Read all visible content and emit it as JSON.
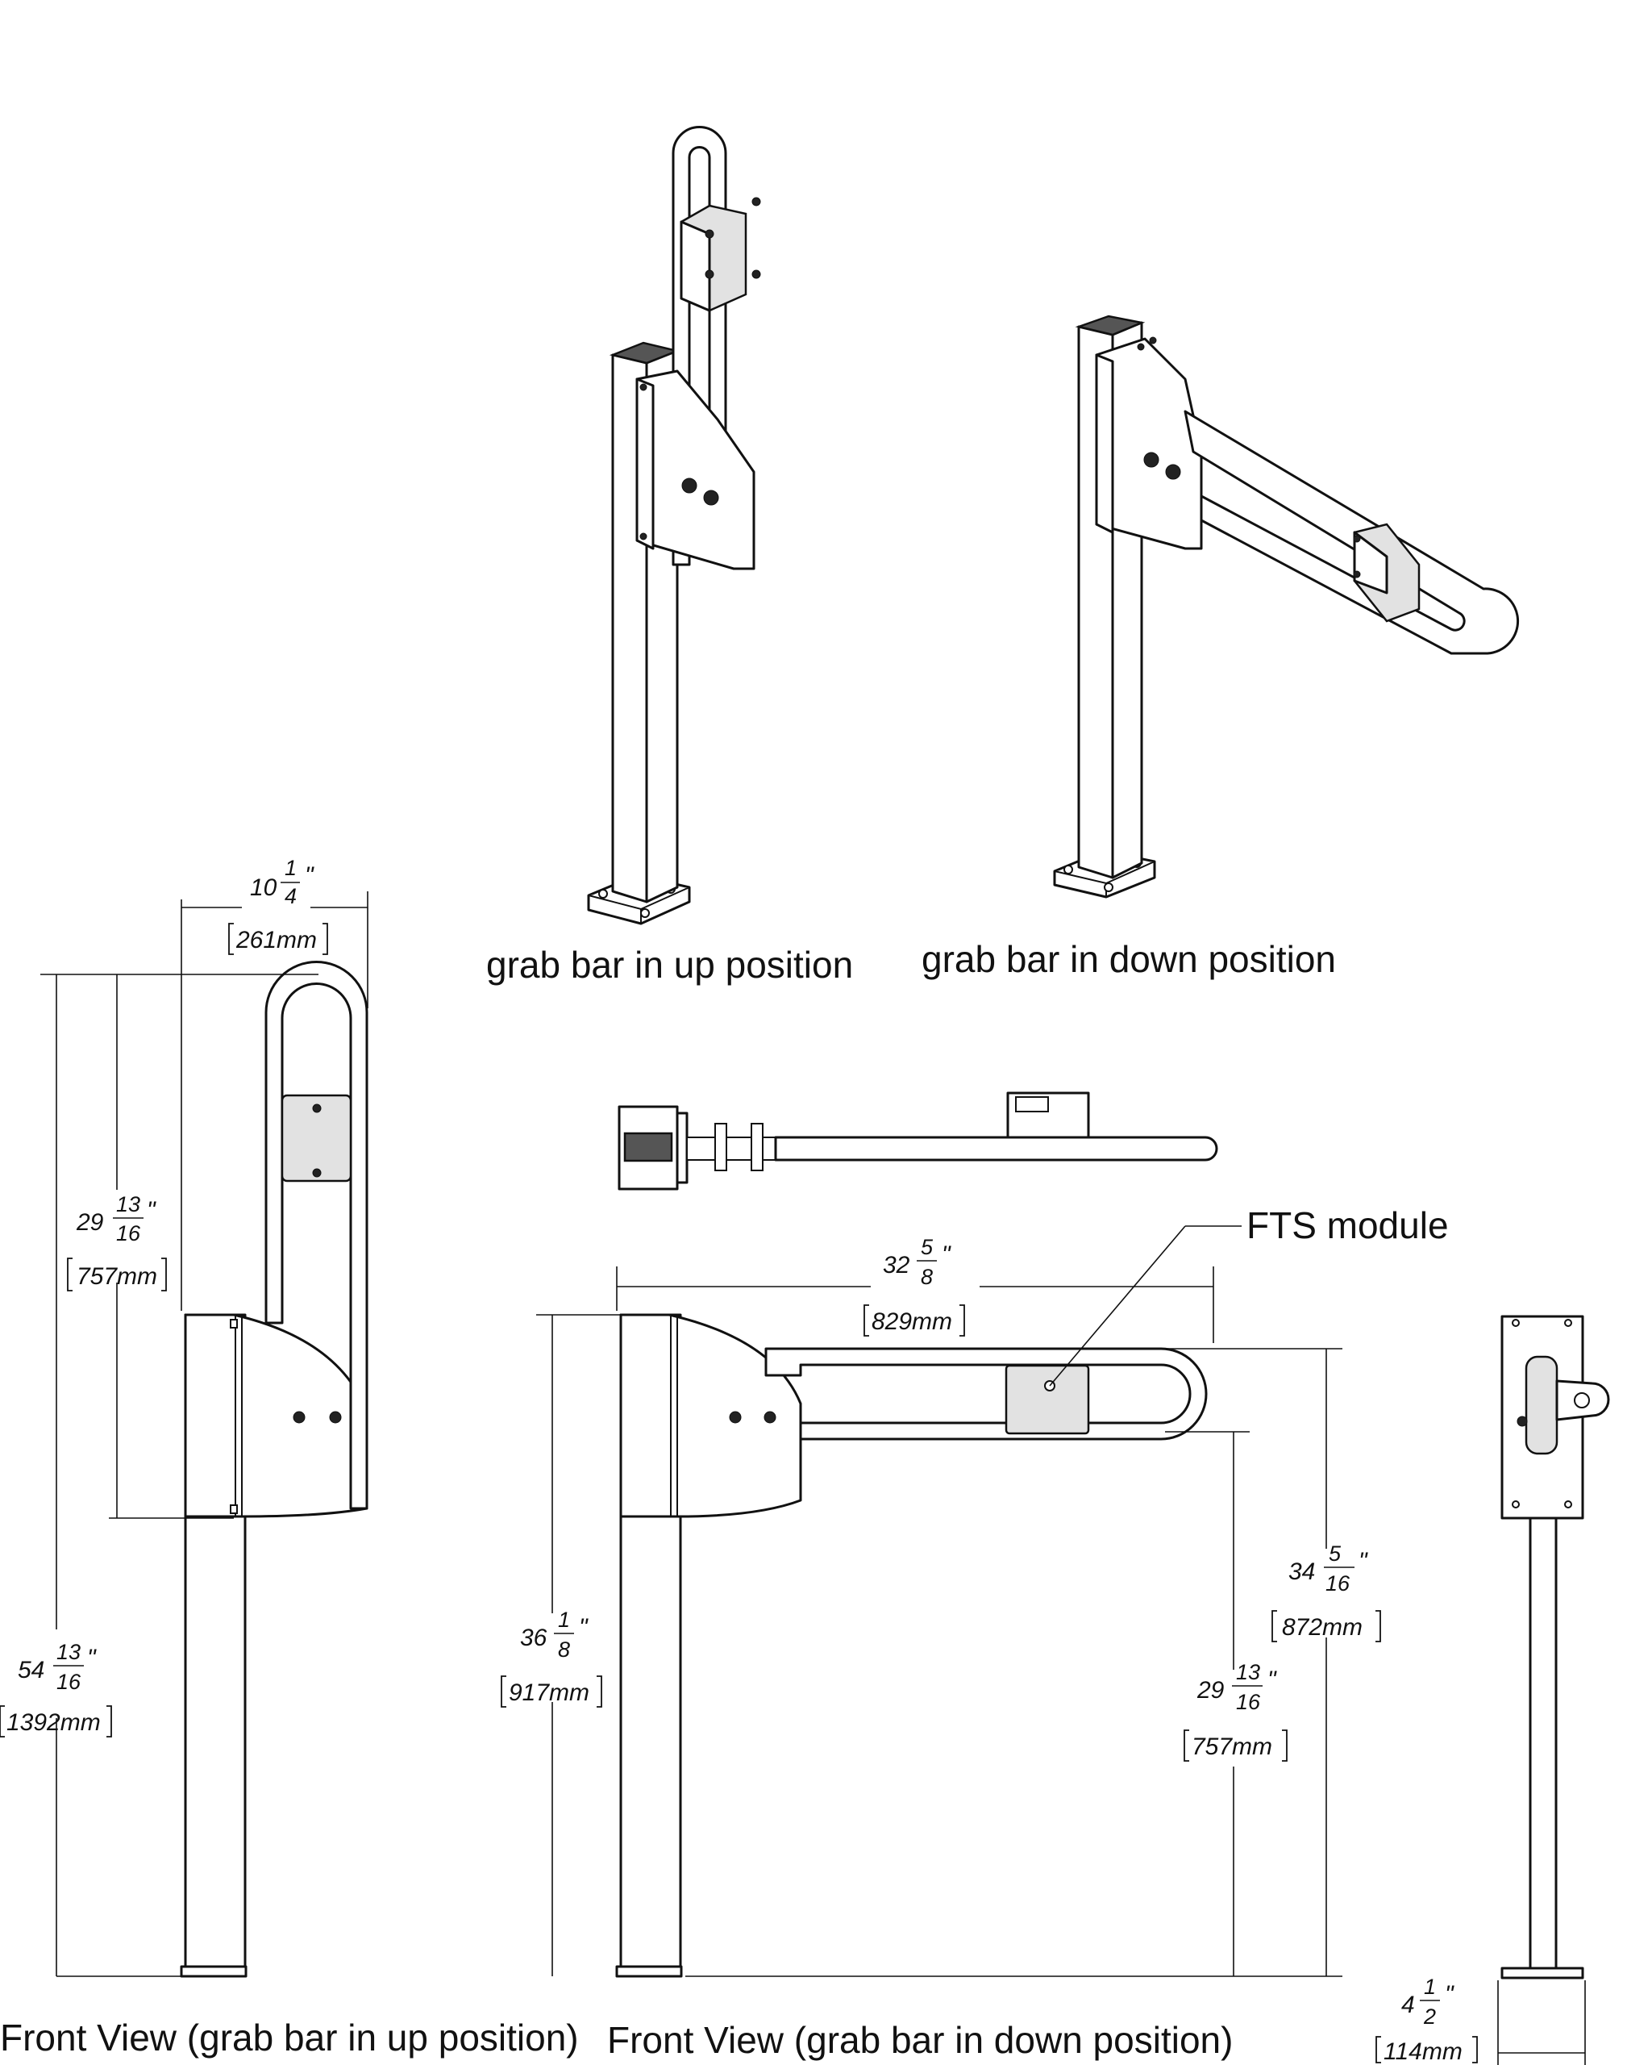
{
  "captions": {
    "iso_up": "grab bar in up position",
    "iso_down": "grab bar in down position",
    "front_up": "Front View (grab bar in up position)",
    "front_down": "Front View (grab bar in down position)"
  },
  "callouts": {
    "fts_module": "FTS module"
  },
  "dimensions": {
    "width_up": {
      "whole": "10",
      "num": "1",
      "den": "4",
      "mm": "261mm"
    },
    "height_bar_up": {
      "whole": "29",
      "num": "13",
      "den": "16",
      "mm": "757mm"
    },
    "height_total_up": {
      "whole": "54",
      "num": "13",
      "den": "16",
      "mm": "1392mm"
    },
    "length_down": {
      "whole": "32",
      "num": "5",
      "den": "8",
      "mm": "829mm"
    },
    "height_post_down": {
      "whole": "36",
      "num": "1",
      "den": "8",
      "mm": "917mm"
    },
    "height_top_down": {
      "whole": "34",
      "num": "5",
      "den": "16",
      "mm": "872mm"
    },
    "height_bottom_down": {
      "whole": "29",
      "num": "13",
      "den": "16",
      "mm": "757mm"
    },
    "base_width": {
      "whole": "4",
      "num": "1",
      "den": "2",
      "mm": "114mm"
    }
  },
  "colors": {
    "line": "#111111",
    "plate": "#e2e2e2",
    "dark_plate": "#555555"
  }
}
